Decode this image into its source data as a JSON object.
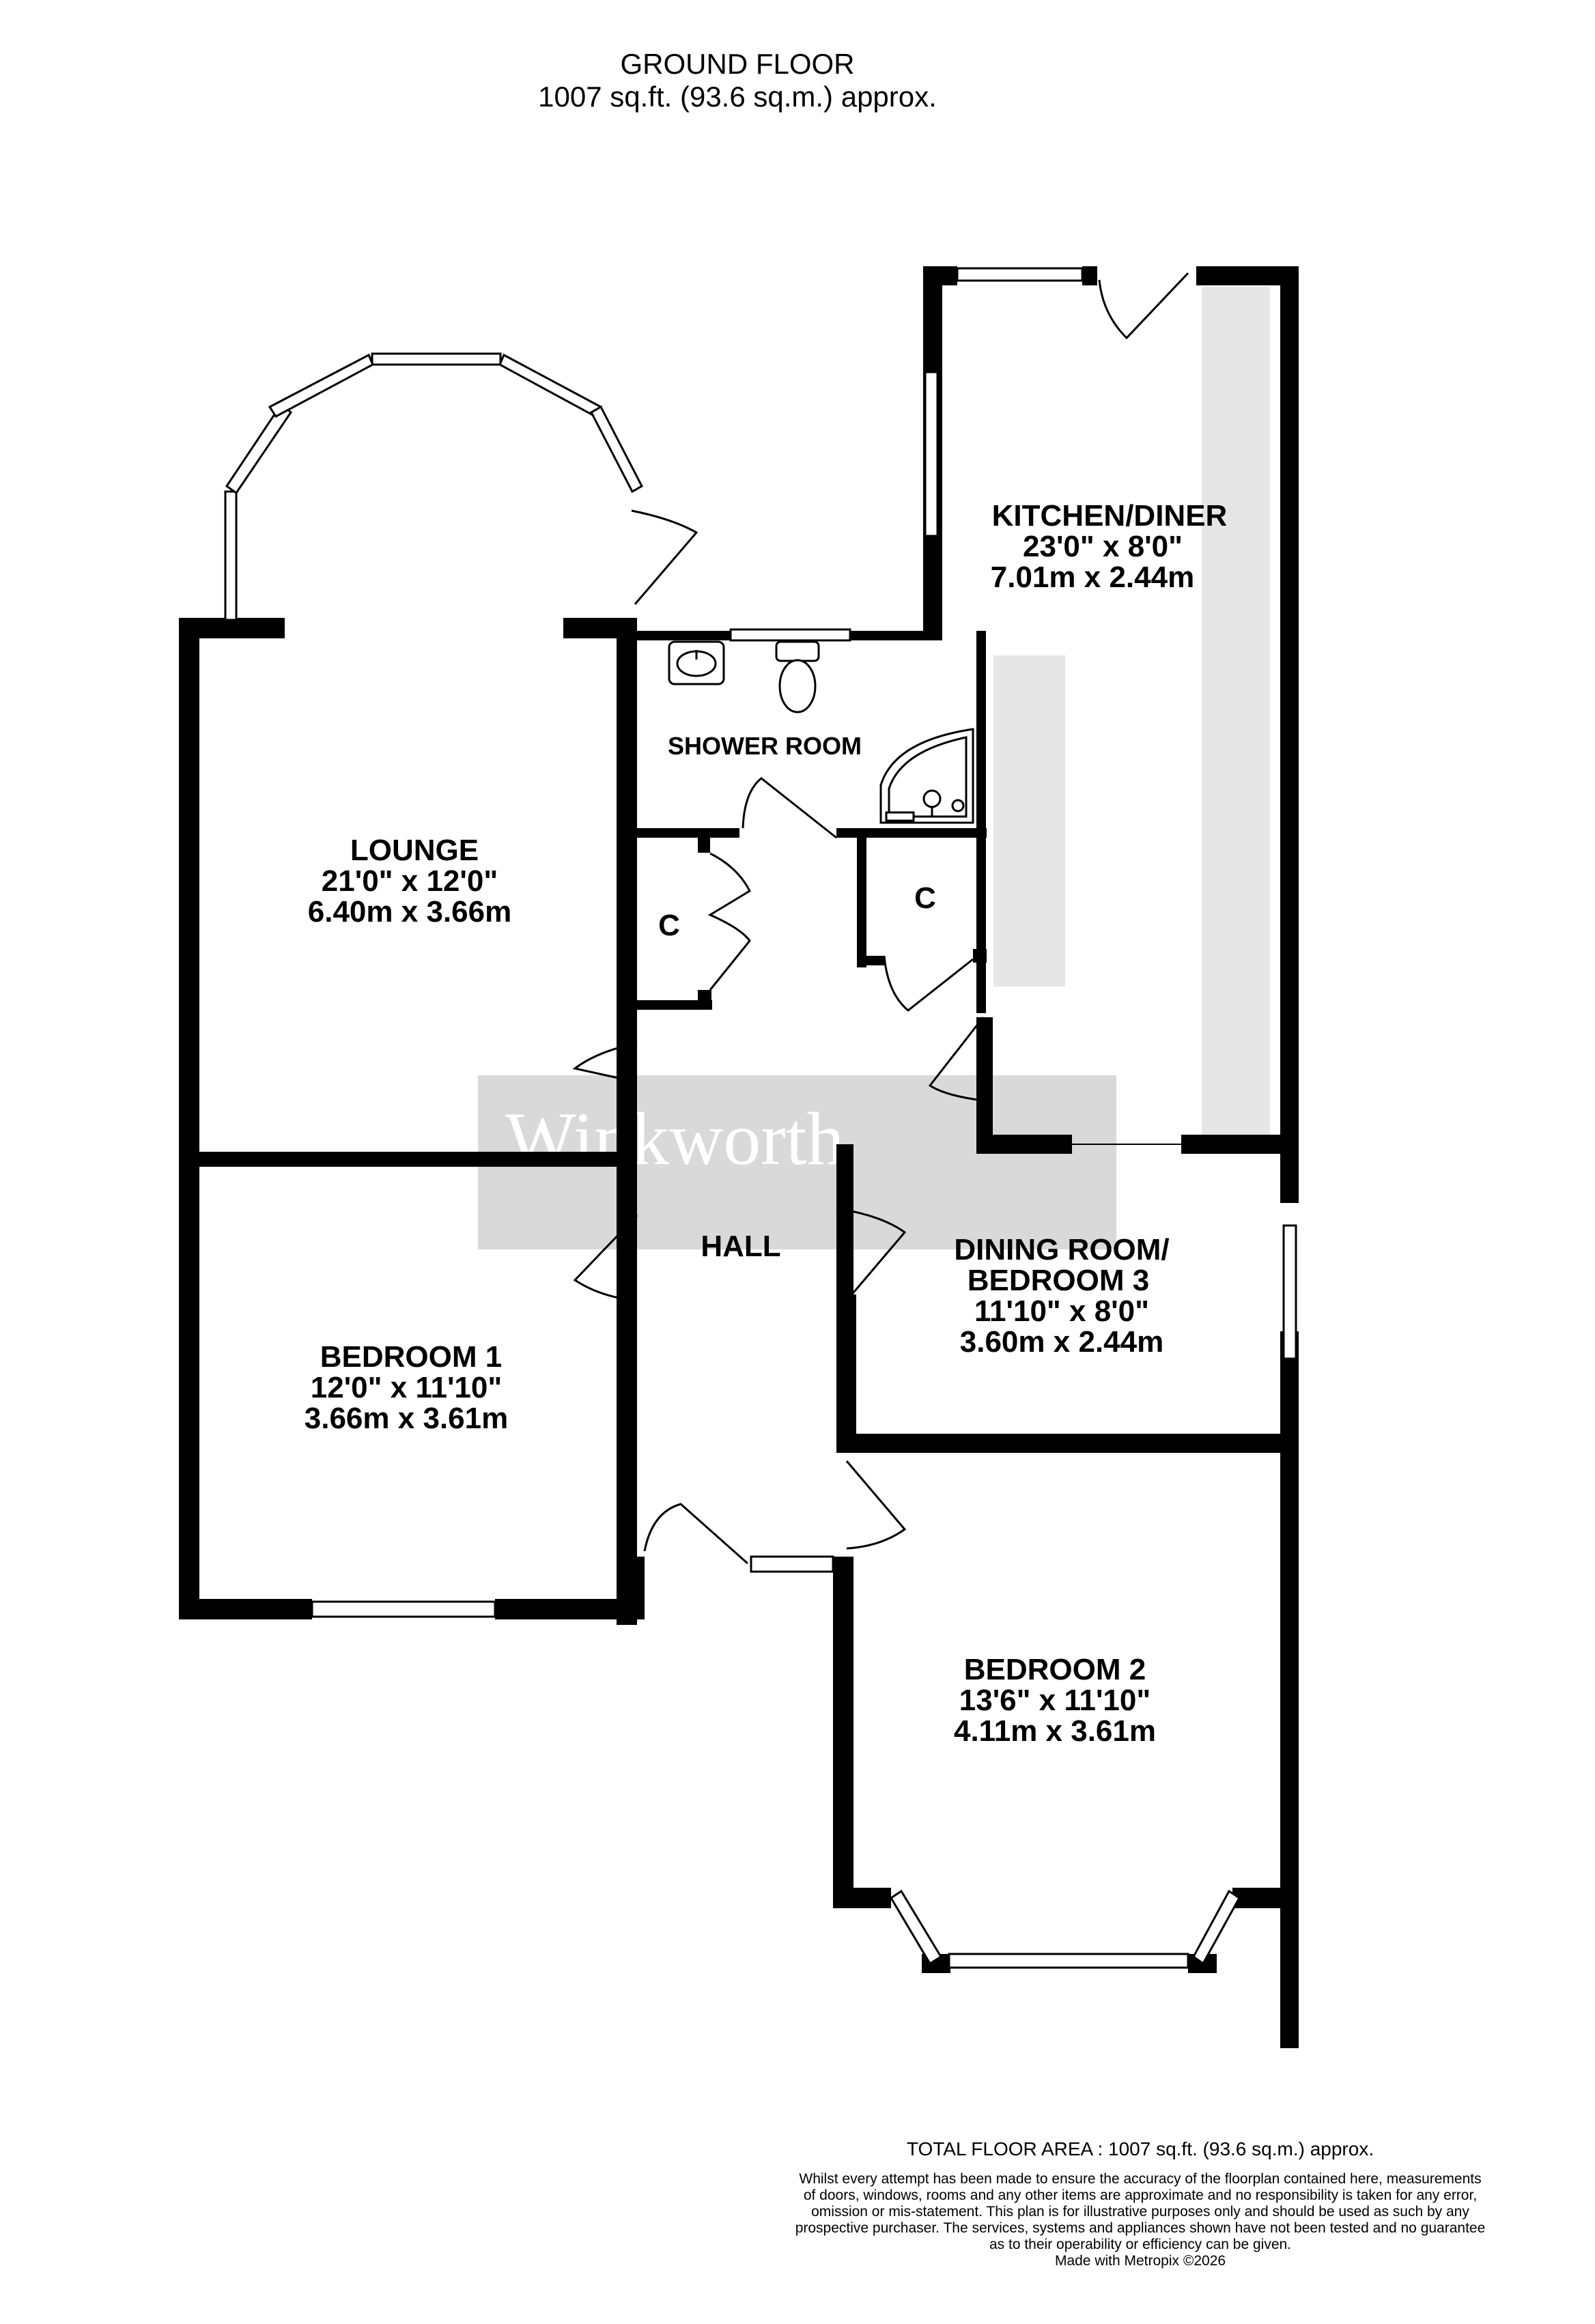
{
  "header": {
    "title": "GROUND FLOOR",
    "area": "1007 sq.ft. (93.6 sq.m.) approx."
  },
  "watermark": "Winkworth",
  "rooms": {
    "kitchen": {
      "name": "KITCHEN/DINER",
      "imperial": "23'0\"  x 8'0\"",
      "metric": "7.01m  x 2.44m"
    },
    "lounge": {
      "name": "LOUNGE",
      "imperial": "21'0\"  x 12'0\"",
      "metric": "6.40m  x 3.66m"
    },
    "shower": {
      "name": "SHOWER ROOM"
    },
    "cupboard_left": {
      "name": "C"
    },
    "cupboard_right": {
      "name": "C"
    },
    "hall": {
      "name": "HALL"
    },
    "dining": {
      "name_line1": "DINING ROOM/",
      "name_line2": "BEDROOM 3",
      "imperial": "11'10\"  x 8'0\"",
      "metric": "3.60m  x 2.44m"
    },
    "bedroom1": {
      "name": "BEDROOM 1",
      "imperial": "12'0\"  x 11'10\"",
      "metric": "3.66m  x 3.61m"
    },
    "bedroom2": {
      "name": "BEDROOM 2",
      "imperial": "13'6\"  x 11'10\"",
      "metric": "4.11m  x 3.61m"
    }
  },
  "footer": {
    "total": "TOTAL FLOOR AREA : 1007 sq.ft. (93.6 sq.m.) approx.",
    "disclaimer_lines": [
      "Whilst every attempt has been made to ensure the accuracy of the floorplan contained here, measurements",
      "of doors, windows, rooms and any other items are approximate and no responsibility is taken for any error,",
      "omission or mis-statement. This plan is for illustrative purposes only and should be used as such by any",
      "prospective purchaser. The services, systems and appliances shown have not been tested and no guarantee",
      "as to their operability or efficiency can be given."
    ],
    "made_with": "Made with Metropix ©2026"
  },
  "colors": {
    "wall": "#000000",
    "worktop": "#e6e6e6",
    "watermark_box": "#d9d9d9"
  }
}
